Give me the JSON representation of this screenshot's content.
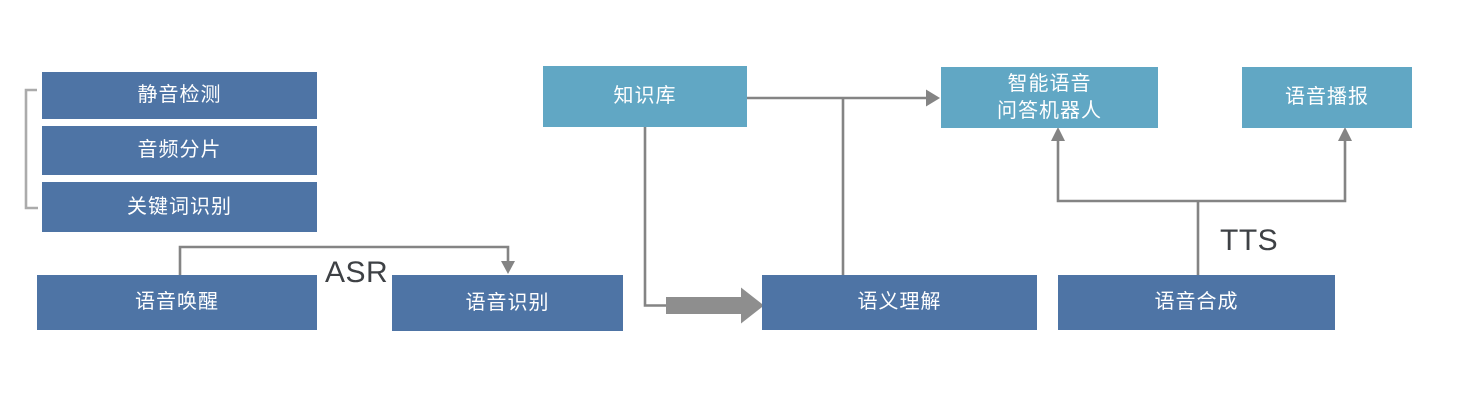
{
  "diagram": {
    "background": "#ffffff",
    "colors": {
      "dark_node": "#4E74A5",
      "light_node": "#61A7C4",
      "node_text": "#FFFFFF",
      "connector_gray": "#848484",
      "thick_arrow_gray": "#8E8E8E",
      "bracket_gray": "#ABABAB",
      "edge_label_text": "#3E4145"
    },
    "nodes": {
      "silence_detection": {
        "label": "静音检测"
      },
      "audio_segmentation": {
        "label": "音频分片"
      },
      "keyword_recognition": {
        "label": "关键词识别"
      },
      "voice_wakeup": {
        "label": "语音唤醒"
      },
      "speech_recognition": {
        "label": "语音识别"
      },
      "knowledge_base": {
        "label": "知识库"
      },
      "semantic_understanding": {
        "label": "语义理解"
      },
      "qa_robot": {
        "label": "智能语音\n问答机器人"
      },
      "voice_broadcast": {
        "label": "语音播报"
      },
      "speech_synthesis": {
        "label": "语音合成"
      }
    },
    "edge_labels": {
      "asr": "ASR",
      "tts": "TTS"
    }
  }
}
